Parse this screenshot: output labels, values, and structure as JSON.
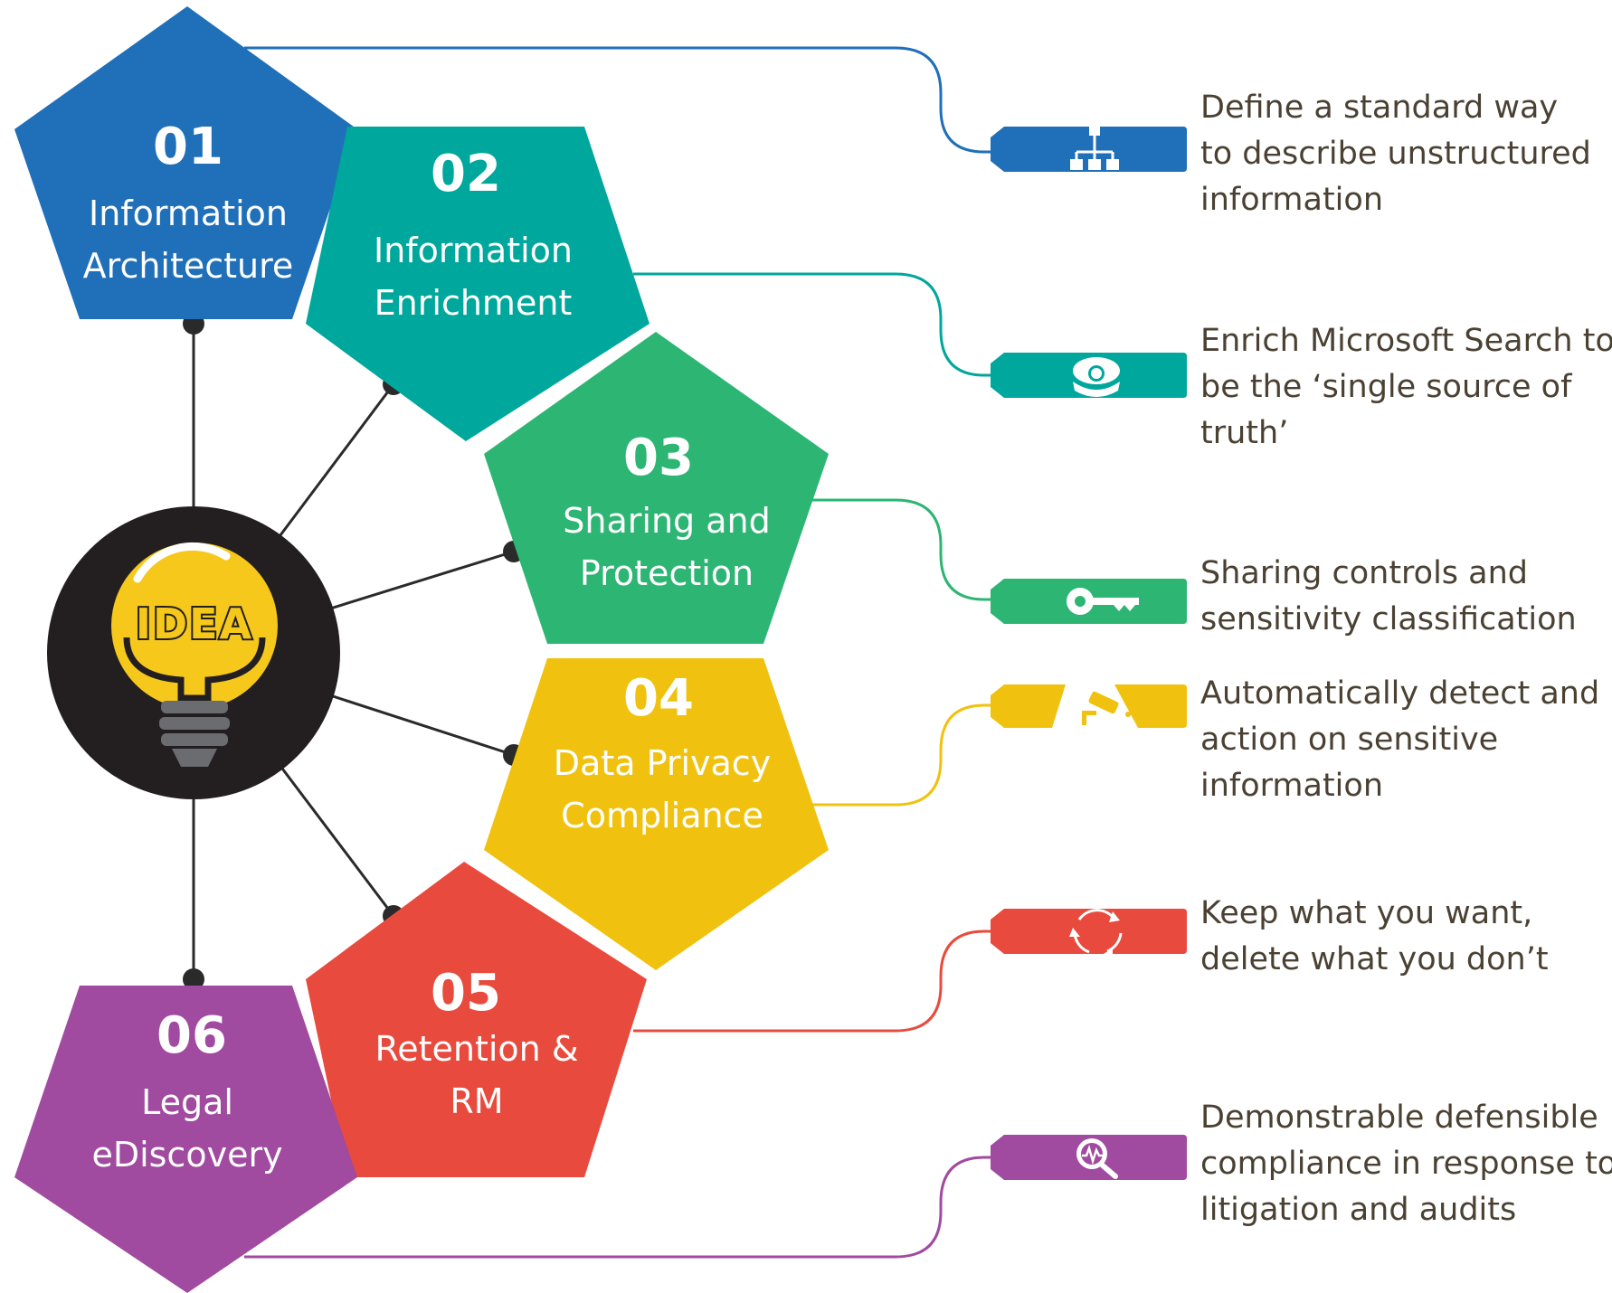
{
  "center": {
    "label": "IDEA"
  },
  "items": [
    {
      "number": "01",
      "title_lines": [
        "Information",
        "Architecture"
      ],
      "color": "#1f6fb9",
      "description_lines": [
        "Define a standard way",
        "to describe unstructured",
        "information"
      ],
      "icon": "hierarchy-icon"
    },
    {
      "number": "02",
      "title_lines": [
        "Information",
        "Enrichment"
      ],
      "color": "#00a79c",
      "description_lines": [
        "Enrich Microsoft Search to",
        "be the ‘single source of",
        "truth’"
      ],
      "icon": "pearl-oyster-icon"
    },
    {
      "number": "03",
      "title_lines": [
        "Sharing and",
        "Protection"
      ],
      "color": "#2db573",
      "description_lines": [
        "Sharing controls and",
        "sensitivity classification"
      ],
      "icon": "key-icon"
    },
    {
      "number": "04",
      "title_lines": [
        "Data Privacy",
        "Compliance"
      ],
      "color": "#f0c20f",
      "description_lines": [
        "Automatically detect and",
        "action on sensitive",
        "information"
      ],
      "icon": "security-camera-icon"
    },
    {
      "number": "05",
      "title_lines": [
        "Retention &",
        "RM"
      ],
      "color": "#e84b3d",
      "description_lines": [
        "Keep what you want,",
        "delete what you don’t"
      ],
      "icon": "recycle-icon"
    },
    {
      "number": "06",
      "title_lines": [
        "Legal",
        "eDiscovery"
      ],
      "color": "#a04aa0",
      "description_lines": [
        "Demonstrable defensible",
        "compliance in response to",
        "litigation and audits"
      ],
      "icon": "search-analytics-icon"
    }
  ]
}
